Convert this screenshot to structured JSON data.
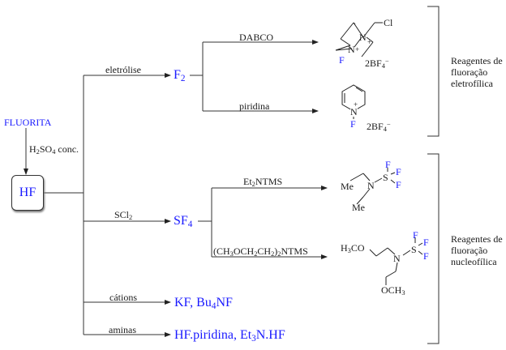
{
  "source": {
    "name": "FLUORITA",
    "reagent": "H₂SO₄ conc."
  },
  "hub": {
    "label": "HF"
  },
  "branches": [
    {
      "condition": "eletrólise",
      "product": "F₂",
      "sub_branches": [
        {
          "reagent": "DABCO",
          "structure": "F-DABCO-CH₂Cl",
          "counterion": "2BF₄⁻"
        },
        {
          "reagent": "piridina",
          "structure": "N-fluoropiridínio",
          "counterion": "2BF₄⁻"
        }
      ]
    },
    {
      "condition": "SCl₂",
      "product": "SF₄",
      "sub_branches": [
        {
          "reagent": "Et₂NTMS",
          "structure": "DAST"
        },
        {
          "reagent": "(CH₃OCH₂CH₂)₂NTMS",
          "structure": "Deoxo-Fluor"
        }
      ]
    },
    {
      "condition": "cátions",
      "product": "KF, Bu₄NF"
    },
    {
      "condition": "aminas",
      "product": "HF.piridina, Et₃N.HF"
    }
  ],
  "groups": {
    "electrophilic": "Reagentes de fluoração eletrofílica",
    "nucleophilic": "Reagentes de fluoração nucleofílica"
  },
  "atoms": {
    "N": "N",
    "F": "F",
    "Cl": "Cl",
    "S": "S",
    "Me": "Me",
    "h3co": "H₃CO",
    "och3": "OCH₃",
    "plus": "+",
    "minus": "−"
  },
  "colors": {
    "line": "#333333",
    "highlight": "#1a1aff",
    "text": "#1a1a1a"
  }
}
